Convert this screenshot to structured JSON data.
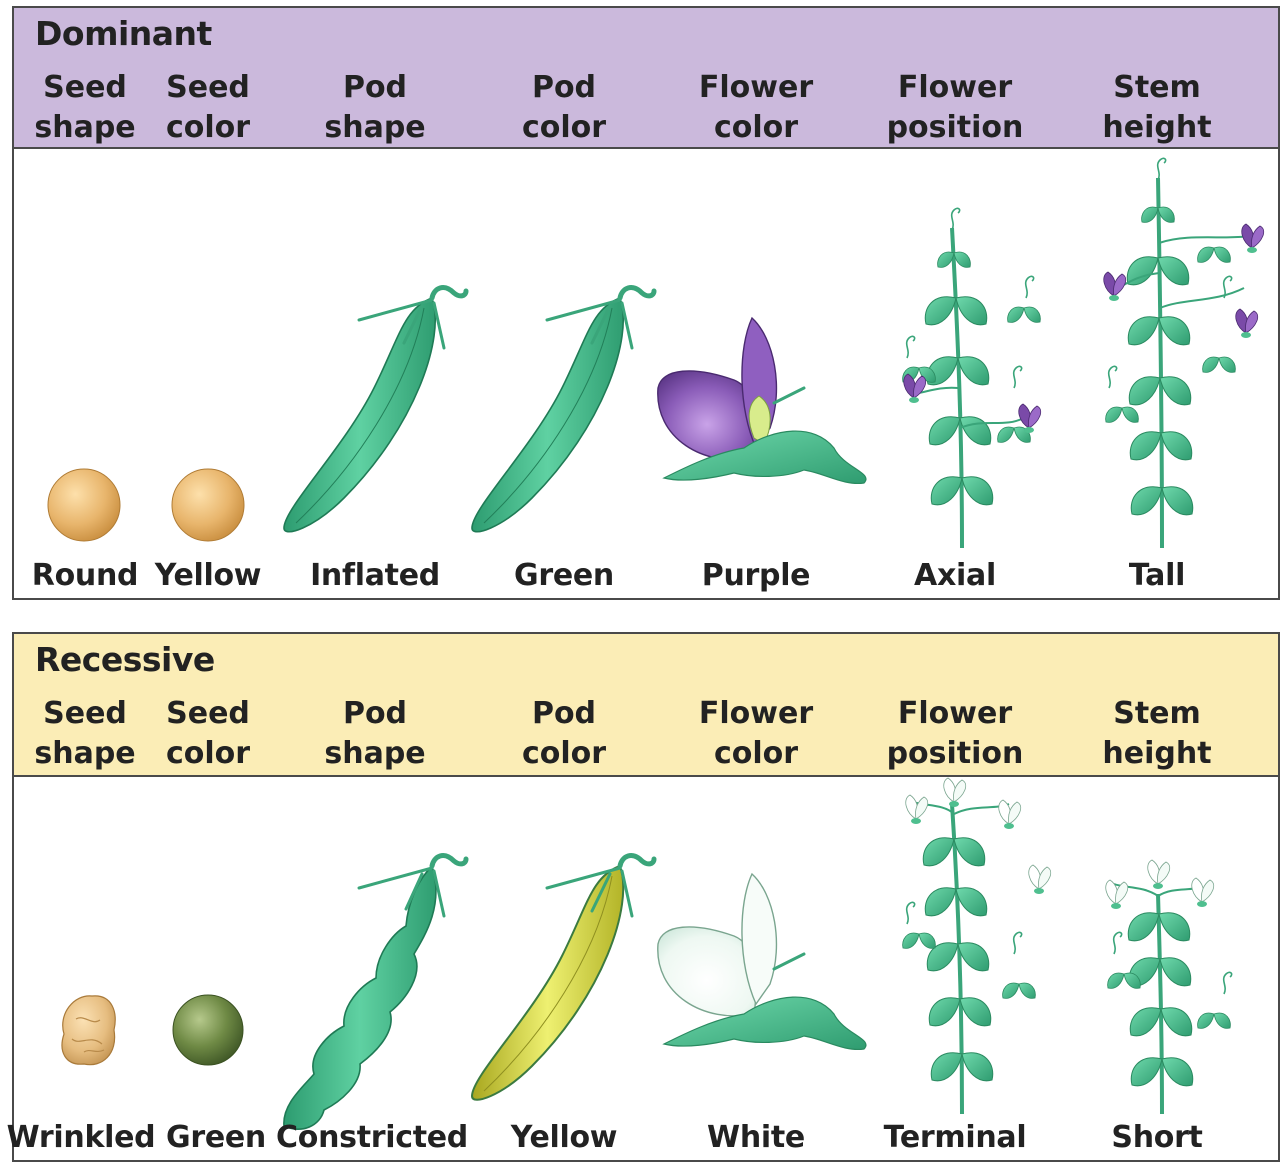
{
  "dominant": {
    "title": "Dominant",
    "columns": [
      {
        "line1": "Seed",
        "line2": "shape",
        "trait": "Round",
        "icon": "round-seed-icon"
      },
      {
        "line1": "Seed",
        "line2": "color",
        "trait": "Yellow",
        "icon": "yellow-seed-icon"
      },
      {
        "line1": "Pod",
        "line2": "shape",
        "trait": "Inflated",
        "icon": "inflated-pod-icon"
      },
      {
        "line1": "Pod",
        "line2": "color",
        "trait": "Green",
        "icon": "green-pod-icon"
      },
      {
        "line1": "Flower",
        "line2": "color",
        "trait": "Purple",
        "icon": "purple-flower-icon"
      },
      {
        "line1": "Flower",
        "line2": "position",
        "trait": "Axial",
        "icon": "axial-plant-icon"
      },
      {
        "line1": "Stem",
        "line2": "height",
        "trait": "Tall",
        "icon": "tall-plant-icon"
      }
    ]
  },
  "recessive": {
    "title": "Recessive",
    "columns": [
      {
        "line1": "Seed",
        "line2": "shape",
        "trait": "Wrinkled",
        "icon": "wrinkled-seed-icon"
      },
      {
        "line1": "Seed",
        "line2": "color",
        "trait": "Green",
        "icon": "green-seed-icon"
      },
      {
        "line1": "Pod",
        "line2": "shape",
        "trait": "Constricted",
        "icon": "constricted-pod-icon"
      },
      {
        "line1": "Pod",
        "line2": "color",
        "trait": "Yellow",
        "icon": "yellow-pod-icon"
      },
      {
        "line1": "Flower",
        "line2": "color",
        "trait": "White",
        "icon": "white-flower-icon"
      },
      {
        "line1": "Flower",
        "line2": "position",
        "trait": "Terminal",
        "icon": "terminal-plant-icon"
      },
      {
        "line1": "Stem",
        "line2": "height",
        "trait": "Short",
        "icon": "short-plant-icon"
      }
    ]
  },
  "colors": {
    "dominant_header": "#cbb9dc",
    "recessive_header": "#fbedb6",
    "plant_green": "#4fbf8f",
    "seed_tan": "#e8b56c",
    "seed_green": "#6f8a45",
    "pod_yellow": "#d7d94a",
    "flower_purple": "#8a5cb8"
  }
}
